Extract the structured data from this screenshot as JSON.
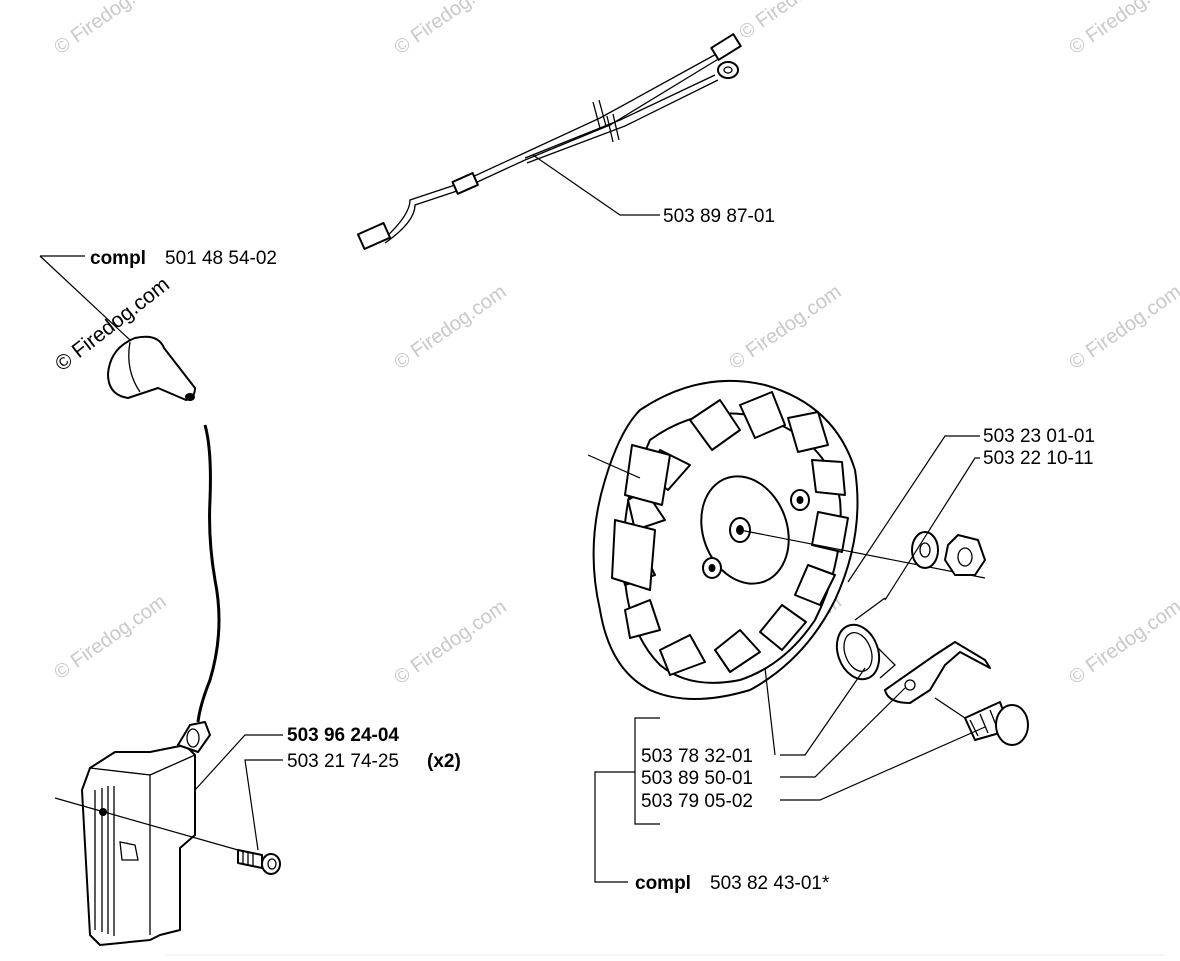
{
  "watermark": "© Firedog.com",
  "callouts": {
    "cable": {
      "number": "503 89 87-01"
    },
    "spark_cap": {
      "prefix": "compl",
      "number": "501 48 54-02"
    },
    "ignition_module": {
      "number": "503 96 24-04"
    },
    "module_screw": {
      "number": "503 21 74-25",
      "suffix": "(x2)"
    },
    "washer": {
      "number": "503 23 01-01"
    },
    "nut": {
      "number": "503 22 10-11"
    },
    "flywheel": {
      "number": "503 78 32-01"
    },
    "spring": {
      "number": "503 89 50-01"
    },
    "pawl_pin": {
      "number": "503 79 05-02"
    },
    "flywheel_kit": {
      "prefix": "compl",
      "number": "503 82 43-01*"
    }
  }
}
